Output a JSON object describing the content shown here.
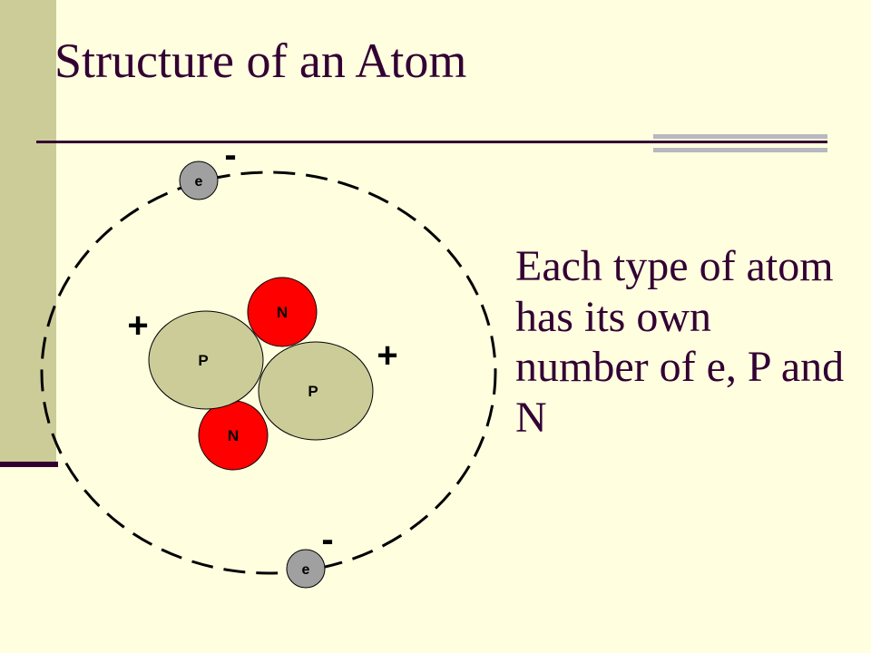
{
  "slide": {
    "title": "Structure of an Atom",
    "body_text": "Each type of atom has its own number of e, P and N"
  },
  "diagram": {
    "particles": {
      "proton_label": "P",
      "neutron_label": "N",
      "electron_label": "e"
    },
    "charges": {
      "positive": "+",
      "negative": "-"
    }
  },
  "colors": {
    "background": "#FFFFE0",
    "sidebar": "#CCCC99",
    "text": "#330033",
    "proton": "#CCCC99",
    "neutron": "#FF0000",
    "electron": "#A0A0A0"
  }
}
